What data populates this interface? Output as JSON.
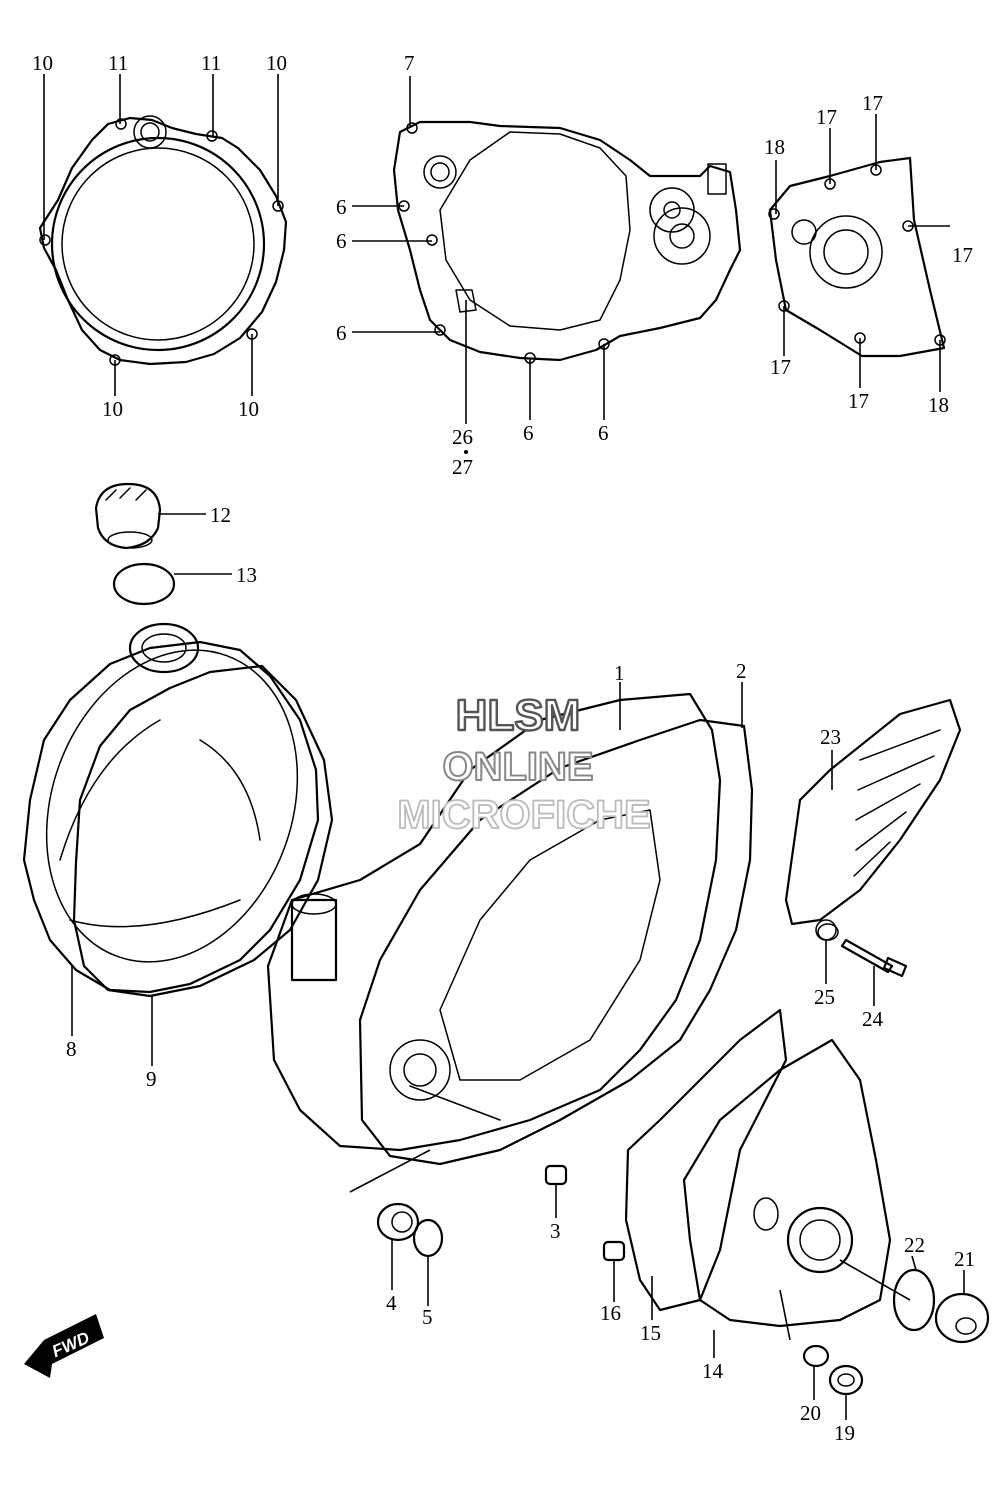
{
  "watermark": {
    "line1": "HLSM",
    "line2": "ONLINE",
    "line3": "MICROFICHE"
  },
  "fwd_label": "FWD",
  "callouts": [
    {
      "id": "c10a",
      "text": "10"
    },
    {
      "id": "c11a",
      "text": "11"
    },
    {
      "id": "c11b",
      "text": "11"
    },
    {
      "id": "c10b",
      "text": "10"
    },
    {
      "id": "c10c",
      "text": "10"
    },
    {
      "id": "c10d",
      "text": "10"
    },
    {
      "id": "c7",
      "text": "7"
    },
    {
      "id": "c6a",
      "text": "6"
    },
    {
      "id": "c6b",
      "text": "6"
    },
    {
      "id": "c6c",
      "text": "6"
    },
    {
      "id": "c6d",
      "text": "6"
    },
    {
      "id": "c6e",
      "text": "6"
    },
    {
      "id": "c26",
      "text": "26"
    },
    {
      "id": "c27",
      "text": "27"
    },
    {
      "id": "c18a",
      "text": "18"
    },
    {
      "id": "c17a",
      "text": "17"
    },
    {
      "id": "c17b",
      "text": "17"
    },
    {
      "id": "c17c",
      "text": "17"
    },
    {
      "id": "c17d",
      "text": "17"
    },
    {
      "id": "c17e",
      "text": "17"
    },
    {
      "id": "c18b",
      "text": "18"
    },
    {
      "id": "c12",
      "text": "12"
    },
    {
      "id": "c13",
      "text": "13"
    },
    {
      "id": "c1",
      "text": "1"
    },
    {
      "id": "c2",
      "text": "2"
    },
    {
      "id": "c23",
      "text": "23"
    },
    {
      "id": "c25",
      "text": "25"
    },
    {
      "id": "c24",
      "text": "24"
    },
    {
      "id": "c8",
      "text": "8"
    },
    {
      "id": "c9",
      "text": "9"
    },
    {
      "id": "c3",
      "text": "3"
    },
    {
      "id": "c4",
      "text": "4"
    },
    {
      "id": "c5",
      "text": "5"
    },
    {
      "id": "c16",
      "text": "16"
    },
    {
      "id": "c15",
      "text": "15"
    },
    {
      "id": "c14",
      "text": "14"
    },
    {
      "id": "c22",
      "text": "22"
    },
    {
      "id": "c21",
      "text": "21"
    },
    {
      "id": "c20",
      "text": "20"
    },
    {
      "id": "c19",
      "text": "19"
    }
  ]
}
